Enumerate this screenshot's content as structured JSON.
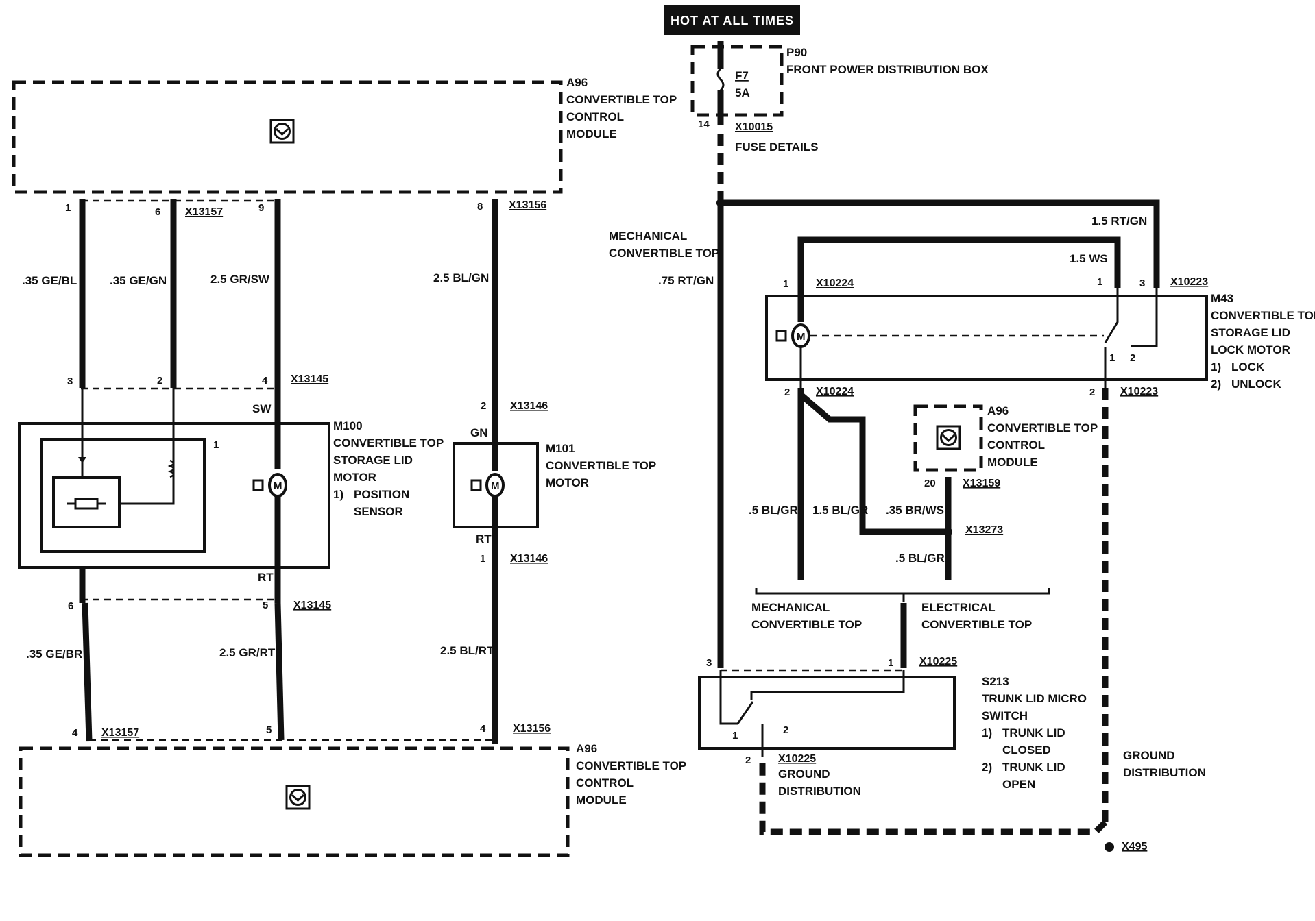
{
  "hot_label": "HOT AT ALL TIMES",
  "fuse_box": {
    "id": "P90",
    "name": "FRONT POWER DISTRIBUTION BOX",
    "fuse": "F7",
    "rating": "5A",
    "pin": "14",
    "connector": "X10015",
    "details": "FUSE DETAILS"
  },
  "modules": {
    "a96_top": {
      "id": "A96",
      "l1": "CONVERTIBLE TOP",
      "l2": "CONTROL",
      "l3": "MODULE"
    },
    "a96_bottom": {
      "id": "A96",
      "l1": "CONVERTIBLE TOP",
      "l2": "CONTROL",
      "l3": "MODULE"
    },
    "a96_right": {
      "id": "A96",
      "l1": "CONVERTIBLE TOP",
      "l2": "CONTROL",
      "l3": "MODULE"
    },
    "m100": {
      "id": "M100",
      "l1": "CONVERTIBLE TOP",
      "l2": "STORAGE LID",
      "l3": "MOTOR",
      "l4": "1)",
      "l5": "POSITION",
      "l6": "SENSOR"
    },
    "m101": {
      "id": "M101",
      "l1": "CONVERTIBLE TOP",
      "l2": "MOTOR"
    },
    "m43": {
      "id": "M43",
      "l1": "CONVERTIBLE TOP",
      "l2": "STORAGE LID",
      "l3": "LOCK MOTOR",
      "l4": "1)",
      "l5": "LOCK",
      "l6": "2)",
      "l7": "UNLOCK"
    },
    "s213": {
      "id": "S213",
      "l1": "TRUNK LID MICRO",
      "l2": "SWITCH",
      "l3": "1)",
      "l4": "TRUNK LID",
      "l5": "CLOSED",
      "l6": "2)",
      "l7": "TRUNK LID",
      "l8": "OPEN"
    }
  },
  "connectors": {
    "x13157": "X13157",
    "x13156": "X13156",
    "x13145": "X13145",
    "x13146": "X13146",
    "x10224": "X10224",
    "x10223": "X10223",
    "x13159": "X13159",
    "x13273": "X13273",
    "x10225": "X10225",
    "x495": "X495"
  },
  "wires": {
    "w1": ".35 GE/BL",
    "w2": ".35 GE/GN",
    "w3": "2.5 GR/SW",
    "w4": "2.5 BL/GN",
    "w5": ".35 GE/BR",
    "w6": "2.5 GR/RT",
    "w7": "2.5 BL/RT",
    "w8": ".75 RT/GN",
    "w9": "1.5 RT/GN",
    "w10": "1.5 WS",
    "w11": ".5 BL/GR",
    "w12": "1.5 BL/GR",
    "w13": ".35 BR/WS",
    "w14": ".5 BL/GR"
  },
  "wire_tags": {
    "sw": "SW",
    "rt1": "RT",
    "gn": "GN",
    "rt2": "RT"
  },
  "pins": {
    "p1": "1",
    "p6": "6",
    "p9": "9",
    "p8": "8",
    "p3": "3",
    "p2": "2",
    "p4": "4",
    "p2b": "2",
    "p1b": "1",
    "p6b": "6",
    "p5": "5",
    "p1c": "1",
    "p4b": "4",
    "p5b": "5",
    "p4c": "4",
    "m43_1": "1",
    "m43_1b": "1",
    "m43_3": "3",
    "m43_2": "2",
    "m43_2b": "2",
    "m43_sw1": "1",
    "m43_sw2": "2",
    "a96r_20": "20",
    "s213_3": "3",
    "s213_1": "1",
    "s213_2": "2",
    "s213_sw1": "1",
    "s213_sw2": "2"
  },
  "notes": {
    "mech_top": "MECHANICAL",
    "mech_top2": "CONVERTIBLE TOP",
    "mech_b1": "MECHANICAL",
    "mech_b2": "CONVERTIBLE TOP",
    "elec_b1": "ELECTRICAL",
    "elec_b2": "CONVERTIBLE TOP",
    "gnd1": "GROUND",
    "gnd2": "DISTRIBUTION",
    "gnd3": "GROUND",
    "gnd4": "DISTRIBUTION"
  }
}
